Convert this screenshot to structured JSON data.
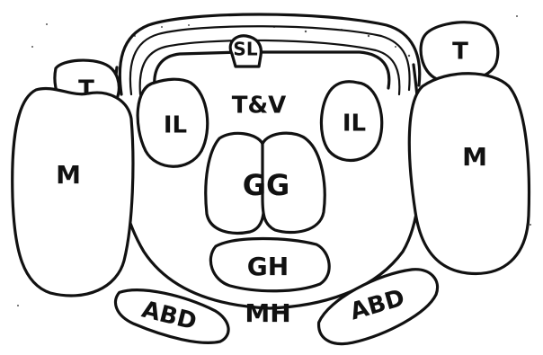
{
  "labels": {
    "sl": "SL",
    "tv": "T&V",
    "il_left": "IL",
    "il_right": "IL",
    "gg": "GG",
    "gh": "GH",
    "mh": "MH",
    "t_left": "T",
    "t_right": "T",
    "m_left": "M",
    "m_right": "M",
    "abd_left": "ABD",
    "abd_right": "ABD"
  }
}
